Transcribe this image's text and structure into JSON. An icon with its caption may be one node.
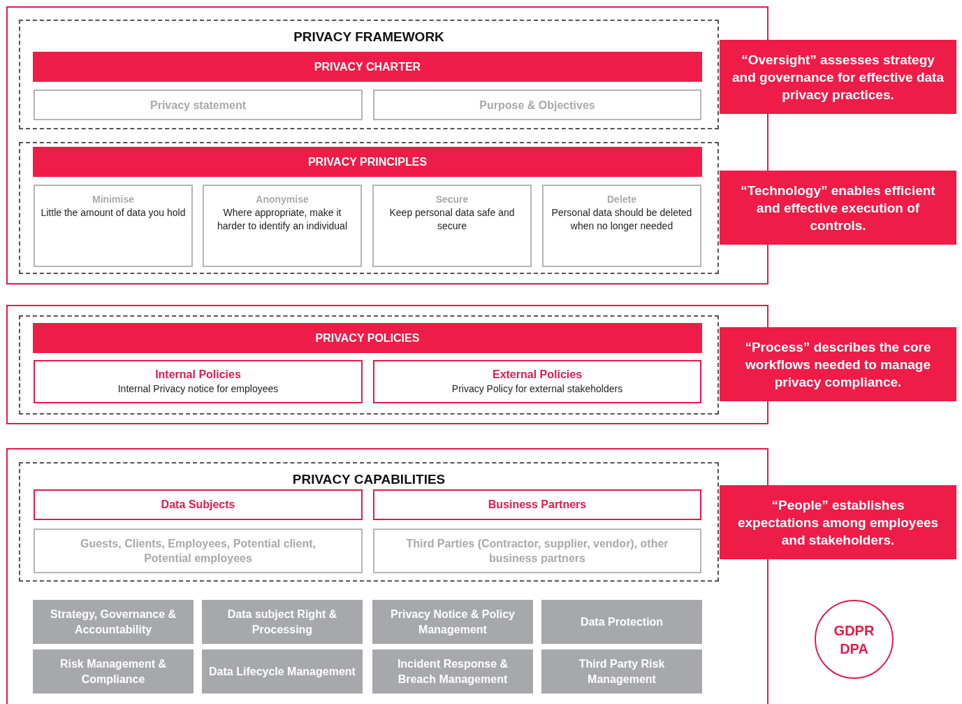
{
  "diagram": {
    "nodes": [
      {
        "text": [],
        "shape": "box"
      },
      {
        "text": [
          "PRIVACY FRAMEWORK"
        ],
        "in": 0
      },
      {
        "text": [
          "PRIVACY CHARTER"
        ],
        "in": 1
      },
      {
        "text": [
          "Privacy statement"
        ],
        "in": 1
      },
      {
        "text": [
          "Purpose & Objectives"
        ],
        "in": 1
      },
      {
        "text": [],
        "shape": "box",
        "in": 0
      },
      {
        "text": [
          "PRIVACY PRINCIPLES"
        ],
        "in": 5
      },
      {
        "text": [
          "Minimise",
          "Little the amount of data you hold"
        ],
        "in": 5
      },
      {
        "text": [
          "Anonymise",
          "Where appropriate, make it harder to identify an individual"
        ],
        "in": 5
      },
      {
        "text": [
          "Secure",
          "Keep personal data safe and secure"
        ],
        "in": 5
      },
      {
        "text": [
          "Delete",
          "Personal data should be deleted when no longer needed"
        ],
        "in": 5
      },
      {
        "text": [
          "“Oversight” assesses strategy and governance for effective data privacy practices."
        ]
      },
      {
        "text": [
          "“Technology” enables efficient and effective execution of controls."
        ]
      },
      {
        "text": [],
        "shape": "box"
      },
      {
        "text": [],
        "shape": "box",
        "in": 13
      },
      {
        "text": [
          "PRIVACY POLICIES"
        ],
        "in": 14
      },
      {
        "text": [
          "Internal Policies",
          "Internal Privacy notice for employees"
        ],
        "in": 14
      },
      {
        "text": [
          "External Policies",
          "Privacy Policy for external stakeholders"
        ],
        "in": 14
      },
      {
        "text": [
          "“Process” describes the core workflows needed to manage privacy compliance."
        ]
      },
      {
        "text": [],
        "shape": "box"
      },
      {
        "text": [
          "PRIVACY CAPABILITIES"
        ],
        "in": 19
      },
      {
        "text": [
          "Data Subjects"
        ],
        "in": 20
      },
      {
        "text": [
          "Business Partners"
        ],
        "in": 20
      },
      {
        "text": [
          "Guests, Clients, Employees, Potential client, Potential employees"
        ],
        "in": 20
      },
      {
        "text": [
          "Third Parties (Contractor, supplier, vendor), other business partners"
        ],
        "in": 20
      },
      {
        "text": [
          "“People” establishes expectations among employees and stakeholders."
        ]
      },
      {
        "text": [
          "Strategy, Governance & Accountability"
        ],
        "in": 19
      },
      {
        "text": [
          "Data subject Right & Processing"
        ],
        "in": 19
      },
      {
        "text": [
          "Privacy Notice & Policy Management"
        ],
        "in": 19
      },
      {
        "text": [
          "Data Protection"
        ],
        "in": 19
      },
      {
        "text": [
          "Risk Management & Compliance"
        ],
        "in": 19
      },
      {
        "text": [
          "Data Lifecycle Management"
        ],
        "in": 19
      },
      {
        "text": [
          "Incident Response & Breach Management"
        ],
        "in": 19
      },
      {
        "text": [
          "Third Party Risk Management"
        ],
        "in": 19
      },
      {
        "text": [
          "GDPR DPA"
        ]
      }
    ]
  }
}
